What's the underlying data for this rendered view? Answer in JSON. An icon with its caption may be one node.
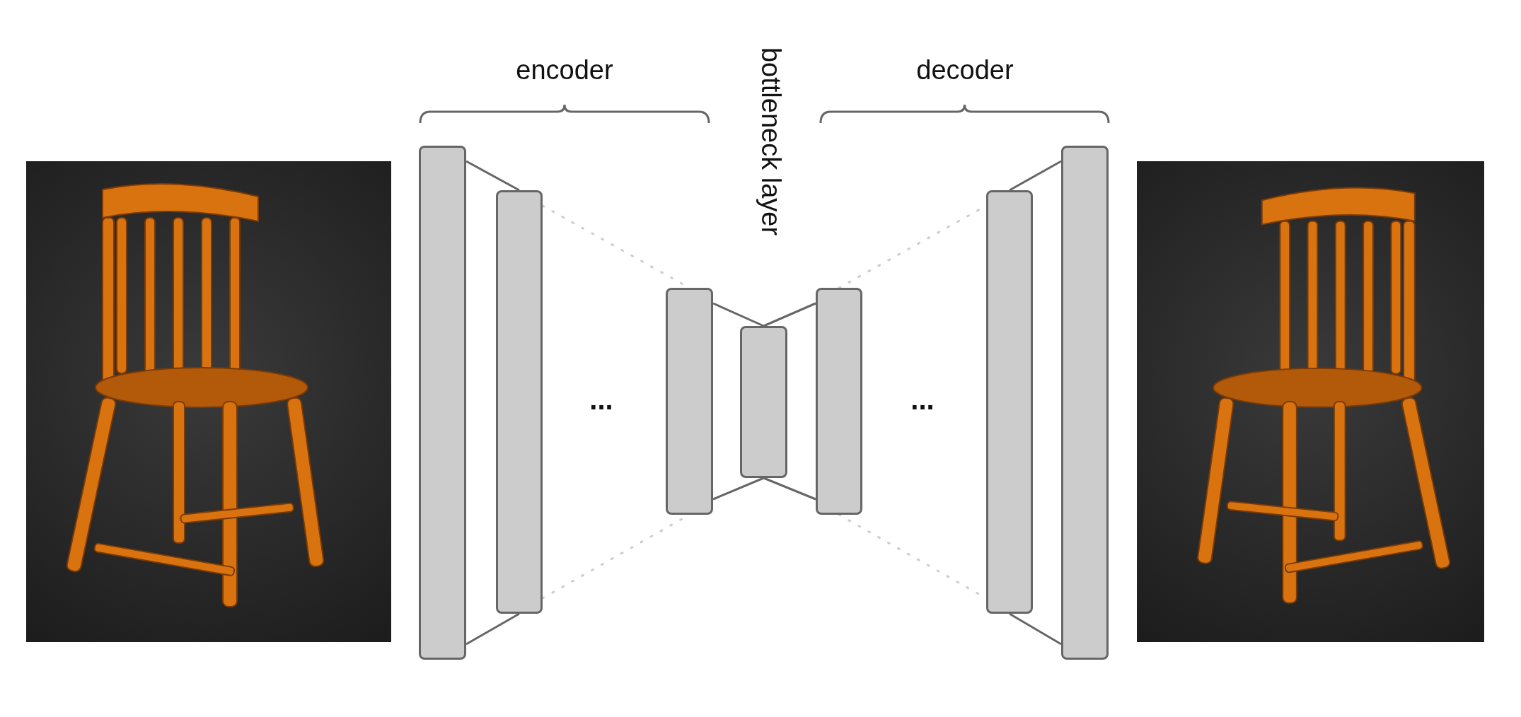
{
  "diagram": {
    "nodes": [
      {
        "text": [],
        "shape": "picture"
      },
      {
        "text": [],
        "shape": "bar"
      },
      {
        "text": [],
        "shape": "bar"
      },
      {
        "text": [],
        "shape": "bar"
      },
      {
        "text": [],
        "shape": "bar"
      },
      {
        "text": [],
        "shape": "bar"
      },
      {
        "text": [],
        "shape": "bar"
      },
      {
        "text": [],
        "shape": "bar"
      },
      {
        "text": [],
        "shape": "picture"
      }
    ],
    "edges": [
      {
        "from": 1,
        "to": 2,
        "arrow": "none"
      },
      {
        "from": 1,
        "to": 2,
        "arrow": "none"
      },
      {
        "from": 2,
        "to": 3,
        "arrow": "none",
        "style": "dashed",
        "color": "#cccccc"
      },
      {
        "from": 2,
        "to": 3,
        "arrow": "none",
        "style": "dashed",
        "color": "#cccccc"
      },
      {
        "from": 3,
        "to": 4,
        "arrow": "none"
      },
      {
        "from": 3,
        "to": 4,
        "arrow": "none"
      },
      {
        "from": 4,
        "to": 5,
        "arrow": "none"
      },
      {
        "from": 4,
        "to": 5,
        "arrow": "none"
      },
      {
        "from": 5,
        "to": 6,
        "arrow": "none",
        "style": "dashed",
        "color": "#cccccc"
      },
      {
        "from": 5,
        "to": 6,
        "arrow": "none",
        "style": "dashed",
        "color": "#cccccc"
      },
      {
        "from": 6,
        "to": 7,
        "arrow": "none"
      },
      {
        "from": 6,
        "to": 7,
        "arrow": "none"
      }
    ],
    "labels": [
      "encoder",
      "bottleneck layer",
      "decoder",
      "...",
      "..."
    ]
  }
}
